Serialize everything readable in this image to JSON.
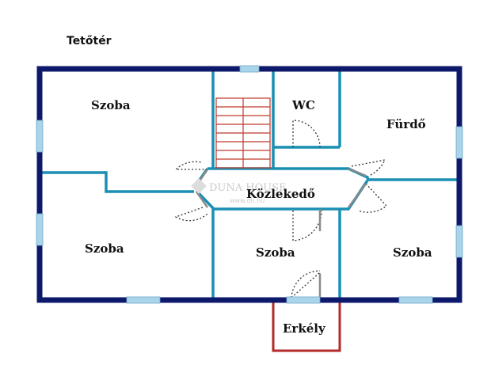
{
  "title": "Tetőtér",
  "rooms": {
    "szoba_top_left": "Szoba",
    "wc": "WC",
    "furdo": "Fürdő",
    "kozlekedo": "Közlekedő",
    "szoba_bottom_left": "Szoba",
    "szoba_bottom_middle": "Szoba",
    "szoba_bottom_right": "Szoba",
    "erkely": "Erkély"
  },
  "watermark": {
    "brand": "DUNA HOUSE",
    "url": "www.dh.hu"
  },
  "colors": {
    "outer_wall": "#0d1a6b",
    "inner_wall": "#1a8fb3",
    "balcony": "#b52a2a",
    "window": "#a9d4ea",
    "stairs": "#c0392b"
  }
}
